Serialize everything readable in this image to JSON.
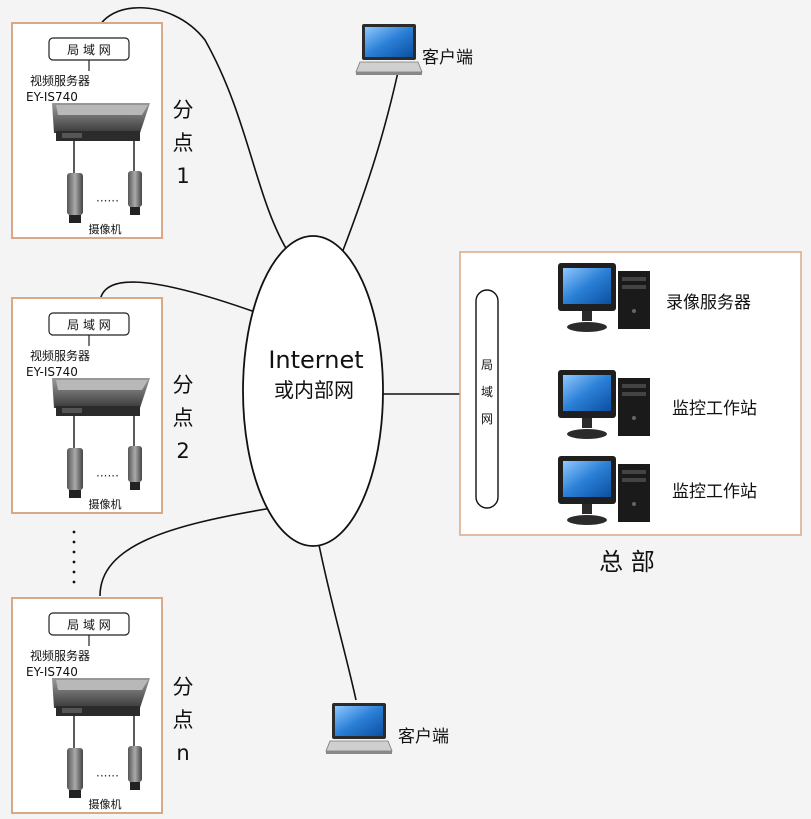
{
  "center": {
    "line1": "Internet",
    "line2": "或内部网"
  },
  "branches": [
    {
      "lan": "局 域 网",
      "server_name": "视频服务器",
      "server_model": "EY-IS740",
      "cameras": "摄像机",
      "site_char1": "分",
      "site_char2": "点",
      "site_num": "1"
    },
    {
      "lan": "局 域 网",
      "server_name": "视频服务器",
      "server_model": "EY-IS740",
      "cameras": "摄像机",
      "site_char1": "分",
      "site_char2": "点",
      "site_num": "2"
    },
    {
      "lan": "局 域 网",
      "server_name": "视频服务器",
      "server_model": "EY-IS740",
      "cameras": "摄像机",
      "site_char1": "分",
      "site_char2": "点",
      "site_num": "n"
    }
  ],
  "clients": [
    {
      "label": "客户端"
    },
    {
      "label": "客户端"
    }
  ],
  "hq": {
    "title": "总 部",
    "lan_chars": [
      "局",
      "域",
      "网"
    ],
    "stations": [
      {
        "label": "录像服务器"
      },
      {
        "label": "监控工作站"
      },
      {
        "label": "监控工作站"
      }
    ]
  },
  "colors": {
    "box_border": "#d8a888",
    "screen": "#2a7fd6",
    "server_dark": "#2b2b2b",
    "camera": "#6a6a6a"
  },
  "icons": {
    "laptop": "laptop-icon",
    "computer": "desktop-computer-icon",
    "server": "video-server-icon",
    "camera": "camera-icon"
  }
}
